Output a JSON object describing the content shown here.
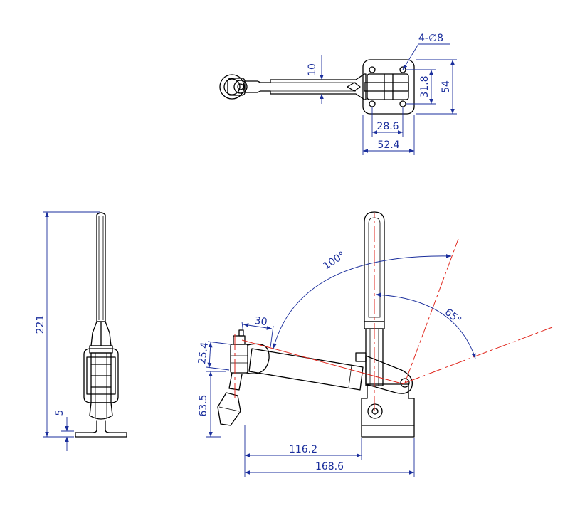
{
  "dimensions": {
    "hole_spec": "4-∅8",
    "bar_width": "10",
    "hole_spacing_v": "31.8",
    "base_height": "54",
    "hole_spacing_h": "28.6",
    "base_width": "52.4",
    "total_height": "221",
    "base_thickness": "5",
    "spindle_offset": "30",
    "spindle_dia": "25.4",
    "spindle_height": "63.5",
    "reach_116": "116.2",
    "reach_168": "168.6",
    "angle_open": "100°",
    "angle_handle": "65°"
  },
  "colors": {
    "outline": "#000000",
    "dimension": "#1a2e9c",
    "centerline": "#e0261c"
  }
}
